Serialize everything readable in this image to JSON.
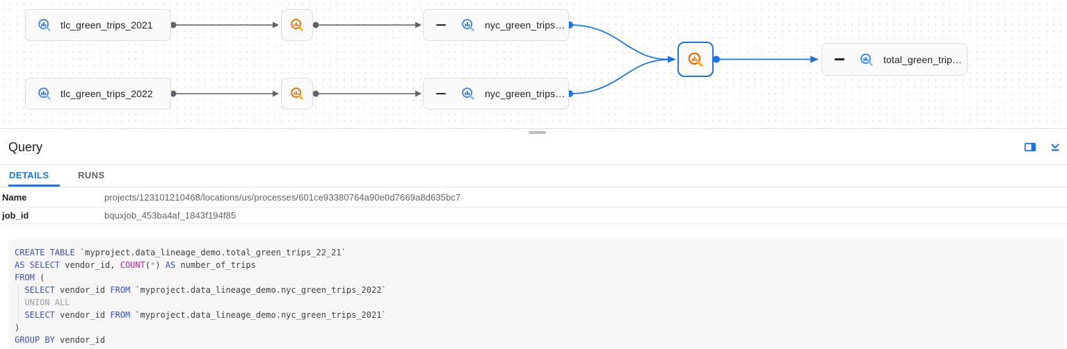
{
  "graph": {
    "nodes": {
      "tlc_2021": {
        "label": "tlc_green_trips_2021",
        "type": "table"
      },
      "tlc_2022": {
        "label": "tlc_green_trips_2022",
        "type": "table"
      },
      "nyc_2021": {
        "label": "nyc_green_trips…",
        "type": "table"
      },
      "nyc_2022": {
        "label": "nyc_green_trips…",
        "type": "table"
      },
      "total": {
        "label": "total_green_trip…",
        "type": "table"
      },
      "process_1": {
        "type": "process-query"
      },
      "process_2": {
        "type": "process-query"
      },
      "process_selected": {
        "type": "process-query",
        "selected": true
      }
    },
    "colors": {
      "table_icon_ring": "#4285f4",
      "table_icon_handle": "#8ab4f8",
      "table_icon_bars": "#1967d2",
      "process_icon_ring": "#e8710a",
      "process_icon_handle": "#f9ab00",
      "selected_accent": "#1a73e8",
      "edge_gray": "#757575",
      "edge_blue": "#1a73e8",
      "node_bg": "#fafafa",
      "node_border": "#dadce0"
    }
  },
  "panel": {
    "title": "Query",
    "tabs": [
      {
        "label": "DETAILS",
        "active": true
      },
      {
        "label": "RUNS",
        "active": false
      }
    ],
    "fields": [
      {
        "label": "Name",
        "value": "projects/123101210468/locations/us/processes/601ce93380764a90e0d7669a8d635bc7"
      },
      {
        "label": "job_id",
        "value": "bquxjob_453ba4af_1843f194f85"
      }
    ],
    "accent_color": "#1a73e8"
  },
  "code": {
    "language": "sql",
    "colors": {
      "keyword": "#3d4ed8",
      "function": "#bf2397",
      "muted": "#9aa0a6",
      "default": "#3c4043"
    },
    "lines": [
      [
        {
          "t": "kw",
          "s": "CREATE TABLE"
        },
        {
          "t": "id",
          "s": " `myproject.data_lineage_demo.total_green_trips_22_21`"
        }
      ],
      [
        {
          "t": "kw",
          "s": "AS SELECT"
        },
        {
          "t": "id",
          "s": " vendor_id, "
        },
        {
          "t": "fn",
          "s": "COUNT"
        },
        {
          "t": "id",
          "s": "("
        },
        {
          "t": "gr",
          "s": "*"
        },
        {
          "t": "id",
          "s": ") "
        },
        {
          "t": "kw",
          "s": "AS"
        },
        {
          "t": "id",
          "s": " number_of_trips"
        }
      ],
      [
        {
          "t": "kw",
          "s": "FROM"
        },
        {
          "t": "id",
          "s": " ("
        }
      ],
      [
        {
          "t": "id",
          "s": "  "
        },
        {
          "t": "kw",
          "s": "SELECT"
        },
        {
          "t": "id",
          "s": " vendor_id "
        },
        {
          "t": "kw",
          "s": "FROM"
        },
        {
          "t": "id",
          "s": " `myproject.data_lineage_demo.nyc_green_trips_2022`"
        }
      ],
      [
        {
          "t": "id",
          "s": "  "
        },
        {
          "t": "gr",
          "s": "UNION ALL"
        }
      ],
      [
        {
          "t": "id",
          "s": "  "
        },
        {
          "t": "kw",
          "s": "SELECT"
        },
        {
          "t": "id",
          "s": " vendor_id "
        },
        {
          "t": "kw",
          "s": "FROM"
        },
        {
          "t": "id",
          "s": " `myproject.data_lineage_demo.nyc_green_trips_2021`"
        }
      ],
      [
        {
          "t": "id",
          "s": ")"
        }
      ],
      [
        {
          "t": "kw",
          "s": "GROUP BY"
        },
        {
          "t": "id",
          "s": " vendor_id"
        }
      ]
    ]
  }
}
